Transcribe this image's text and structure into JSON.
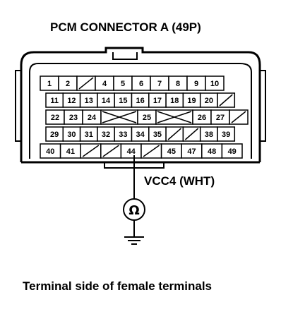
{
  "title": "PCM CONNECTOR A (49P)",
  "signal_label": "VCC4 (WHT)",
  "meter_symbol": "Ω",
  "caption": "Terminal side of female terminals",
  "colors": {
    "ink": "#000000",
    "paper": "#ffffff"
  },
  "probe_terminal": "44",
  "rows": [
    [
      "1",
      "2",
      "/",
      "4",
      "5",
      "6",
      "7",
      "8",
      "9",
      "10"
    ],
    [
      "11",
      "12",
      "13",
      "14",
      "15",
      "16",
      "17",
      "18",
      "19",
      "20",
      "/"
    ],
    [
      "22",
      "23",
      "24",
      "X",
      "25",
      "X",
      "26",
      "27",
      "/"
    ],
    [
      "29",
      "30",
      "31",
      "32",
      "33",
      "34",
      "35",
      "/",
      "/",
      "38",
      "39"
    ],
    [
      "40",
      "41",
      "/",
      "/",
      "44",
      "/",
      "45",
      "47",
      "48",
      "49"
    ]
  ],
  "ground_icon": "ground-icon",
  "ohmmeter_icon": "ohmmeter-icon"
}
